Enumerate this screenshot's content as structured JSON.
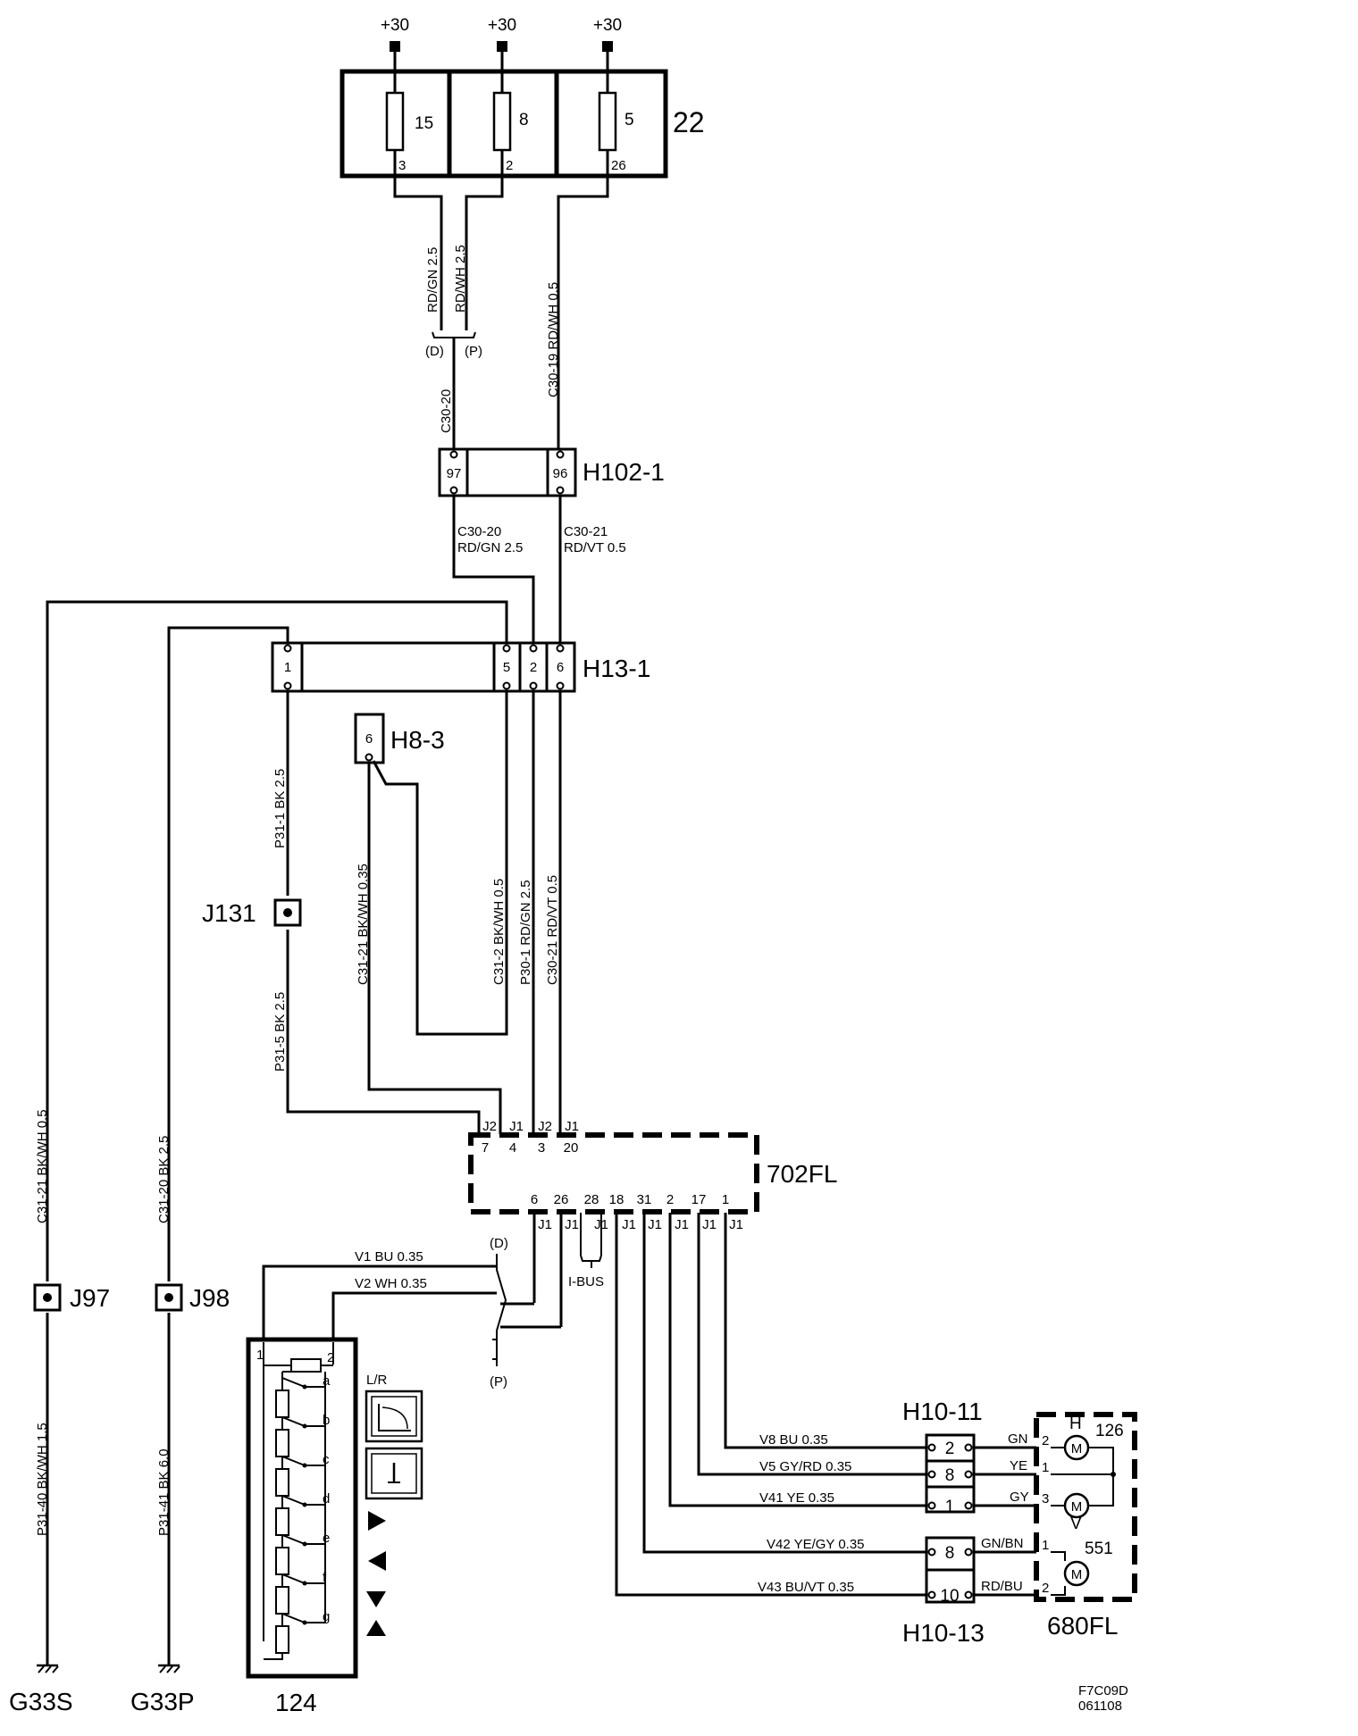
{
  "supplies": {
    "s1": "+30",
    "s2": "+30",
    "s3": "+30"
  },
  "fusebox": {
    "id": "22",
    "fuses": [
      {
        "num": "15",
        "pin": "3"
      },
      {
        "num": "8",
        "pin": "2"
      },
      {
        "num": "5",
        "pin": "26"
      }
    ]
  },
  "wires_top": {
    "w1": "RD/GN  2.5",
    "w2": "RD/WH  2.5",
    "w3": "C30-19  RD/WH 0.5",
    "d": "(D)",
    "p": "(P)",
    "c3020": "C30-20"
  },
  "h102": {
    "id": "H102-1",
    "pin_left": "97",
    "pin_right": "96"
  },
  "wires_mid": {
    "l1": "C30-20",
    "l2": "RD/GN  2.5",
    "r1": "C30-21",
    "r2": "RD/VT  0.5"
  },
  "h13": {
    "id": "H13-1",
    "pins": [
      "1",
      "5",
      "2",
      "6"
    ]
  },
  "h8": {
    "id": "H8-3",
    "pin": "6"
  },
  "j131": "J131",
  "wires_v": {
    "p311": "P31-1  BK  2.5",
    "p315": "P31-5  BK  2.5",
    "c3121": "C31-21  BK/WH  0.35",
    "c312": "C31-2  BK/WH  0.5",
    "p301": "P30-1  RD/GN  2.5",
    "c3021": "C30-21  RD/VT  0.5",
    "left1": "C31-21  BK/WH  0.5",
    "left2": "C31-20  BK  2.5",
    "left3": "P31-40  BK/WH  1.5",
    "left4": "P31-41  BK  6.0"
  },
  "j97": "J97",
  "j98": "J98",
  "ecu": {
    "id": "702FL",
    "top_conn": [
      "J2",
      "J1",
      "J2",
      "J1"
    ],
    "top_pins": [
      "7",
      "4",
      "3",
      "20"
    ],
    "bot_pins": [
      "6",
      "26",
      "28",
      "18",
      "31",
      "2",
      "17",
      "1"
    ],
    "bot_conn": [
      "J1",
      "J1",
      "J1",
      "J1",
      "J1",
      "J1",
      "J1",
      "J1"
    ]
  },
  "ibus": "I-BUS",
  "wires_switch": {
    "v1": "V1  BU  0.35",
    "v2": "V2  WH  0.35",
    "d": "(D)",
    "p": "(P)"
  },
  "switch": {
    "id": "124",
    "pin1": "1",
    "pin2": "2",
    "contacts": [
      "a",
      "b",
      "c",
      "d",
      "e",
      "f",
      "g"
    ],
    "lr": "L/R"
  },
  "wires_right": {
    "v8": "V8  BU  0.35",
    "v5": "V5  GY/RD  0.35",
    "v41": "V41  YE  0.35",
    "v42": "V42  YE/GY  0.35",
    "v43": "V43  BU/VT  0.35"
  },
  "h1011": {
    "id": "H10-11",
    "pins": [
      "2",
      "8",
      "1"
    ]
  },
  "h1013": {
    "id": "H10-13",
    "pins": [
      "8",
      "10"
    ]
  },
  "motor_wires": {
    "gn": "GN",
    "ye": "YE",
    "gy": "GY",
    "gnbn": "GN/BN",
    "rdbu": "RD/BU"
  },
  "mirror": {
    "id": "680FL",
    "m126": "126",
    "m551": "551",
    "h": "H",
    "v": "V",
    "m": "M",
    "pins": [
      "2",
      "1",
      "3",
      "1",
      "2"
    ]
  },
  "grounds": {
    "g1": "G33S",
    "g2": "G33P"
  },
  "code": {
    "l1": "F7C09D",
    "l2": "061108"
  }
}
